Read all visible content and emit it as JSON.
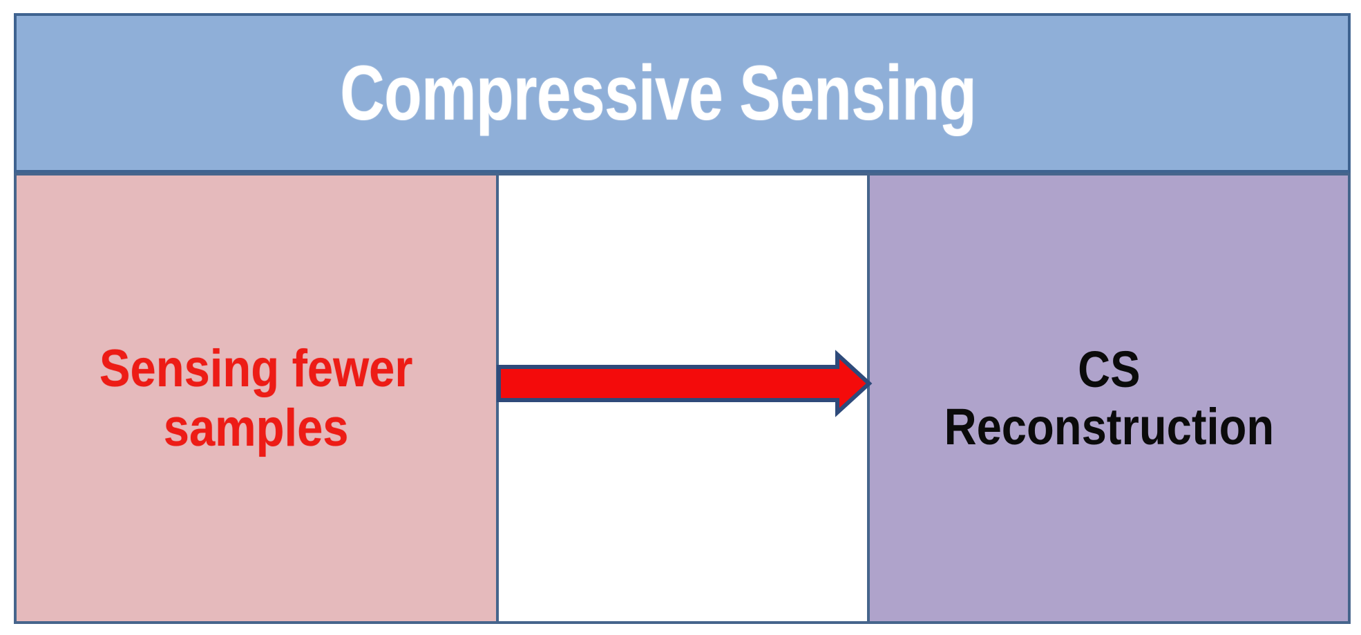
{
  "diagram": {
    "header": {
      "title": "Compressive Sensing",
      "background_color": "#8FAFD8",
      "border_color": "#3F6390",
      "text_color": "#FFFFFF"
    },
    "panels": [
      {
        "id": "source",
        "label": "Sensing fewer\nsamples",
        "background_color": "#E5BABC",
        "text_color": "#ED1C16",
        "border_color": "#46658C"
      },
      {
        "id": "middle",
        "label": "",
        "background_color": "#FFFFFF",
        "text_color": "#000000",
        "border_color": "#46658C"
      },
      {
        "id": "target",
        "label": "CS\nReconstruction",
        "background_color": "#AFA3CB",
        "text_color": "#0B0B0B",
        "border_color": "#46658C"
      }
    ],
    "connector": {
      "name": "flow-arrow",
      "direction": "left-to-right",
      "from": "Sensing fewer samples",
      "to": "CS Reconstruction",
      "fill_color": "#F40B0B",
      "outline_color": "#2E4A7A",
      "label": ""
    }
  }
}
